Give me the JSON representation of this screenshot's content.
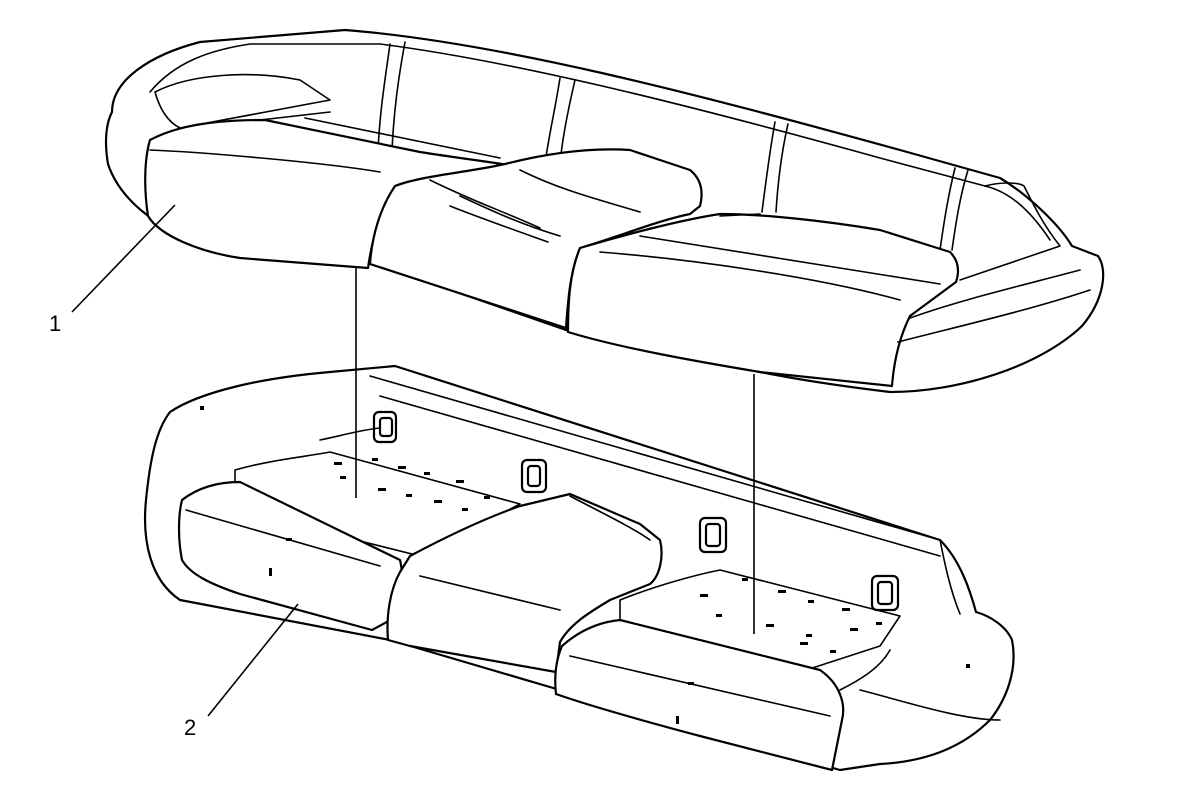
{
  "callouts": [
    {
      "id": "1",
      "label": "1",
      "part": "seat-back-cover"
    },
    {
      "id": "2",
      "label": "2",
      "part": "seat-cushion-cover"
    }
  ]
}
